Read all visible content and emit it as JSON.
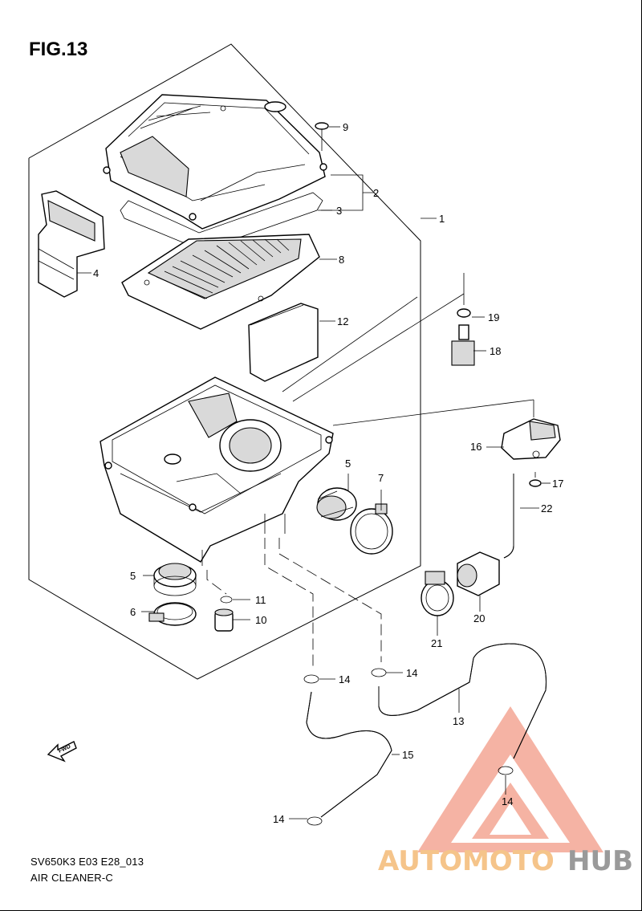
{
  "figure": {
    "title": "FIG.13",
    "code": "SV650K3 E03 E28_013",
    "name": "AIR CLEANER-C"
  },
  "callouts": [
    "1",
    "2",
    "3",
    "4",
    "5",
    "6",
    "7",
    "8",
    "9",
    "10",
    "11",
    "12",
    "13",
    "14",
    "15",
    "16",
    "17",
    "18",
    "19",
    "20",
    "21",
    "22"
  ],
  "watermark": {
    "part1": "AUTOMOTO",
    "part2": "HUB",
    "color_primary": "#f2a08c",
    "color_secondary": "#9a9a9a",
    "color_warm": "#f5c48a"
  },
  "fwd_label": "FWD"
}
